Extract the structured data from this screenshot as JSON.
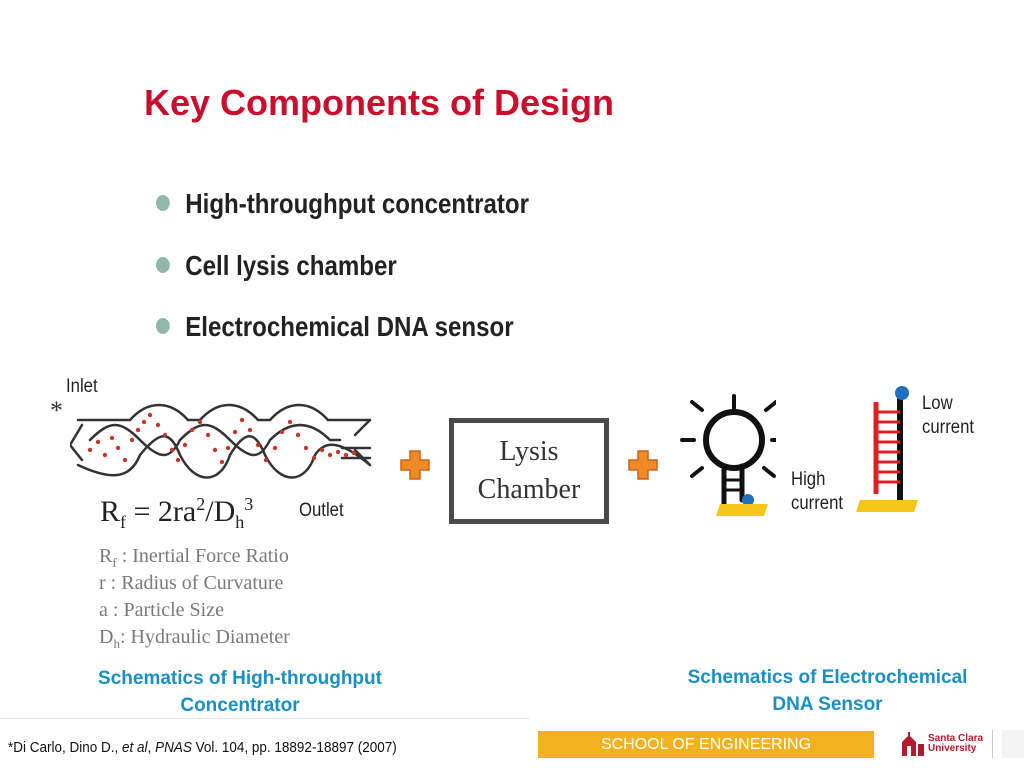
{
  "slide": {
    "title": "Key Components of Design",
    "bullets": [
      "High-throughput concentrator",
      "Cell lysis chamber",
      "Electrochemical DNA sensor"
    ]
  },
  "concentrator": {
    "inlet_label": "Inlet",
    "asterisk": "*",
    "outlet_label": "Outlet",
    "formula": {
      "lhs_main": "R",
      "lhs_sub": "f",
      "eq": " = 2ra",
      "sup1": "2",
      "slash": "/D",
      "sub2": "h",
      "sup2": "3"
    },
    "definitions": [
      {
        "sym": "R",
        "sub": "f",
        "text": " : Inertial Force Ratio"
      },
      {
        "sym": "r",
        "sub": "",
        "text": " : Radius of Curvature"
      },
      {
        "sym": "a",
        "sub": "",
        "text": " : Particle Size"
      },
      {
        "sym": "D",
        "sub": "h",
        "text": ": Hydraulic Diameter"
      }
    ],
    "caption_line1": "Schematics of High-throughput",
    "caption_line2": "Concentrator"
  },
  "lysis": {
    "line1": "Lysis",
    "line2": "Chamber"
  },
  "sensor": {
    "high_line1": "High",
    "high_line2": "current",
    "low_line1": "Low",
    "low_line2": "current",
    "caption_line1": "Schematics of Electrochemical",
    "caption_line2": "DNA Sensor"
  },
  "footer": {
    "ref_prefix": "*Di Carlo, Dino D., ",
    "ref_etal": "et al",
    "ref_sep": ",  ",
    "ref_journal": "PNAS",
    "ref_rest": " Vol. 104, pp. 18892-18897 (2007)",
    "school": "SCHOOL OF ENGINEERING",
    "logo_line1": "Santa Clara",
    "logo_line2": "University"
  },
  "colors": {
    "title": "#c8102e",
    "caption": "#1a8fc4",
    "plus": "#f08a24",
    "footer_bar": "#f2b21f",
    "electrode": "#f5c518",
    "redox_dot": "#1f6fbf",
    "probe_red": "#e02020"
  }
}
